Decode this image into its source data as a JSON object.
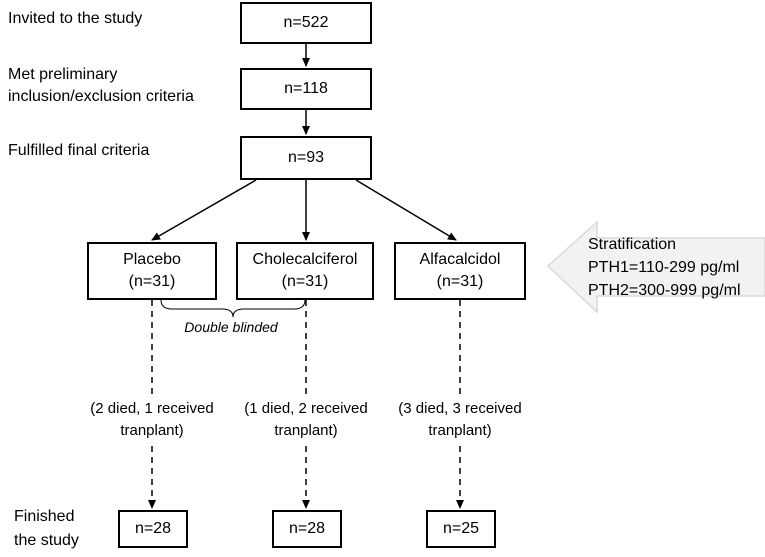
{
  "stages": {
    "invited": "Invited to the study",
    "preliminary_line1": "Met preliminary",
    "preliminary_line2": "inclusion/exclusion criteria",
    "final_criteria": "Fulfilled final criteria",
    "finished_line1": "Finished",
    "finished_line2": "the study"
  },
  "counts": {
    "invited": "n=522",
    "preliminary": "n=118",
    "final": "n=93"
  },
  "arms": [
    {
      "name": "Placebo",
      "n": "(n=31)",
      "loss_line1": "(2 died, 1 received",
      "loss_line2": "tranplant)",
      "finished": "n=28"
    },
    {
      "name": "Cholecalciferol",
      "n": "(n=31)",
      "loss_line1": "(1 died, 2 received",
      "loss_line2": "tranplant)",
      "finished": "n=28"
    },
    {
      "name": "Alfacalcidol",
      "n": "(n=31)",
      "loss_line1": "(3 died, 3 received",
      "loss_line2": "tranplant)",
      "finished": "n=25"
    }
  ],
  "blinding": "Double blinded",
  "stratification": {
    "title": "Stratification",
    "pth1": "PTH1=110-299 pg/ml",
    "pth2": "PTH2=300-999 pg/ml",
    "arrow_color": "#f2f2f2",
    "arrow_border": "#d9d9d9"
  }
}
